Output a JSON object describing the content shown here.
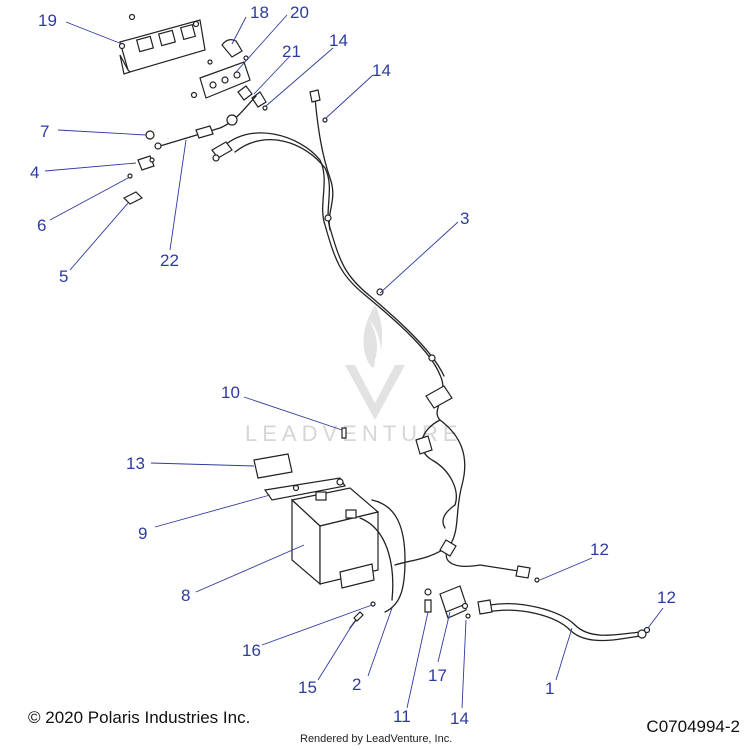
{
  "diagram": {
    "callouts": [
      "19",
      "18",
      "20",
      "21",
      "14",
      "14",
      "7",
      "4",
      "6",
      "5",
      "22",
      "3",
      "10",
      "13",
      "9",
      "8",
      "16",
      "15",
      "2",
      "11",
      "17",
      "14",
      "12",
      "12",
      "1"
    ],
    "watermark_text": "LEADVENTURE"
  },
  "footer": {
    "copyright": "© 2020 Polaris Industries Inc.",
    "rendered_by": "Rendered by LeadVenture, Inc.",
    "diagram_code": "C0704994-2"
  },
  "colors": {
    "callout": "#2e3b9e",
    "line_art": "#222222",
    "watermark": "#d6d6d6"
  }
}
